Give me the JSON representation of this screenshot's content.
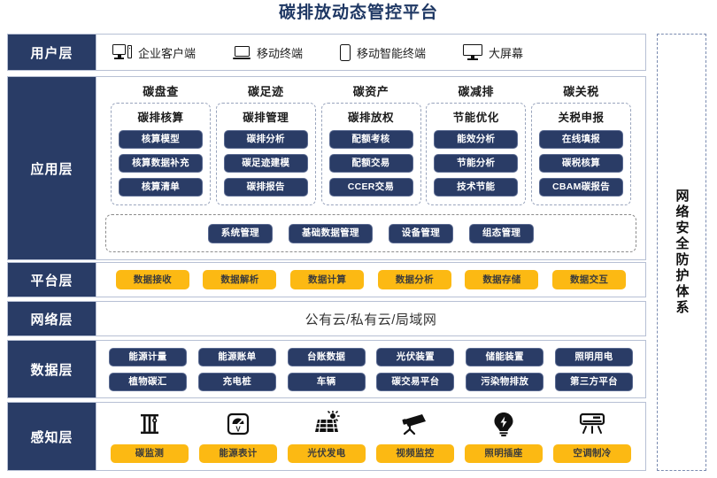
{
  "title": "碳排放动态管控平台",
  "colors": {
    "dark_blue": "#293c66",
    "yellow": "#fcb913",
    "title_blue": "#1f3864",
    "border_gray": "#b7c0d4"
  },
  "security_band": {
    "label": "网络安全防护体系"
  },
  "layers": {
    "user": {
      "label": "用户层",
      "items": [
        {
          "icon": "desktop-icon",
          "label": "企业客户端"
        },
        {
          "icon": "laptop-icon",
          "label": "移动终端"
        },
        {
          "icon": "phone-icon",
          "label": "移动智能终端"
        },
        {
          "icon": "screen-icon",
          "label": "大屏幕"
        }
      ]
    },
    "application": {
      "label": "应用层",
      "columns": [
        {
          "title": "碳盘查",
          "box_title": "碳排核算",
          "items": [
            "核算模型",
            "核算数据补充",
            "核算清单"
          ]
        },
        {
          "title": "碳足迹",
          "box_title": "碳排管理",
          "items": [
            "碳排分析",
            "碳足迹建模",
            "碳排报告"
          ]
        },
        {
          "title": "碳资产",
          "box_title": "碳排放权",
          "items": [
            "配额考核",
            "配额交易",
            "CCER交易"
          ]
        },
        {
          "title": "碳减排",
          "box_title": "节能优化",
          "items": [
            "能效分析",
            "节能分析",
            "技术节能"
          ]
        },
        {
          "title": "碳关税",
          "box_title": "关税申报",
          "items": [
            "在线填报",
            "碳税核算",
            "CBAM碳报告"
          ]
        }
      ],
      "common": [
        "系统管理",
        "基础数据管理",
        "设备管理",
        "组态管理"
      ]
    },
    "platform": {
      "label": "平台层",
      "items": [
        "数据接收",
        "数据解析",
        "数据计算",
        "数据分析",
        "数据存储",
        "数据交互"
      ]
    },
    "network": {
      "label": "网络层",
      "text": "公有云/私有云/局域网"
    },
    "data": {
      "label": "数据层",
      "rows": [
        [
          "能源计量",
          "能源账单",
          "台账数据",
          "光伏装置",
          "储能装置",
          "照明用电"
        ],
        [
          "植物碳汇",
          "充电桩",
          "车辆",
          "碳交易平台",
          "污染物排放",
          "第三方平台"
        ]
      ]
    },
    "sense": {
      "label": "感知层",
      "items": [
        {
          "icon": "gas-monitor-icon",
          "label": "碳监测"
        },
        {
          "icon": "energy-meter-icon",
          "label": "能源表计"
        },
        {
          "icon": "solar-panel-icon",
          "label": "光伏发电"
        },
        {
          "icon": "cctv-camera-icon",
          "label": "视频监控"
        },
        {
          "icon": "light-bulb-icon",
          "label": "照明插座"
        },
        {
          "icon": "air-conditioner-icon",
          "label": "空调制冷"
        }
      ]
    }
  }
}
